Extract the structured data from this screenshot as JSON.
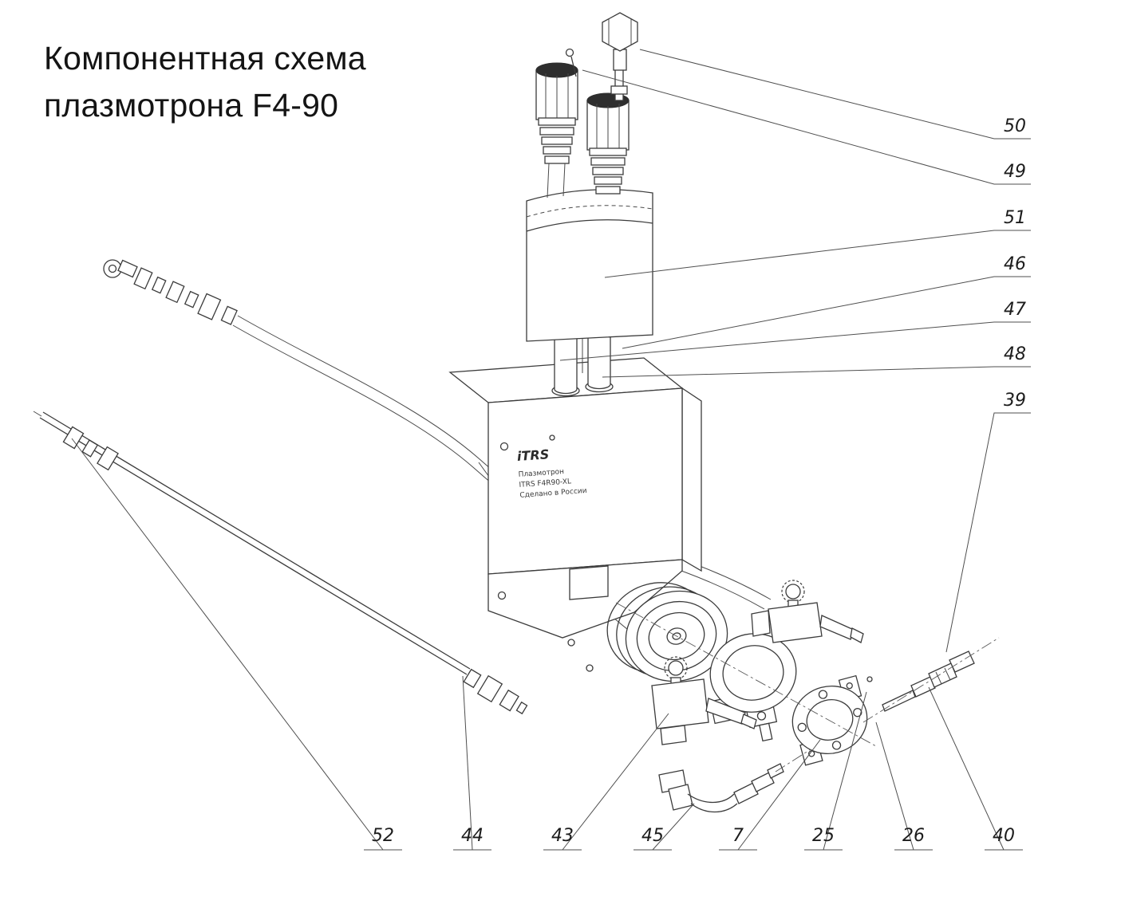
{
  "title": {
    "line1": "Компонентная схема",
    "line2": "плазмотрона F4-90"
  },
  "diagram": {
    "name": "Компонентная схема плазмотрона F4-90",
    "body_label": {
      "logo": "iTRS",
      "line1": "Плазмотрон",
      "line2": "ITRS F4R90-XL",
      "line3": "Сделано в России"
    }
  },
  "part_labels": {
    "right": [
      {
        "num": "50"
      },
      {
        "num": "49"
      },
      {
        "num": "51"
      },
      {
        "num": "46"
      },
      {
        "num": "47"
      },
      {
        "num": "48"
      },
      {
        "num": "39"
      }
    ],
    "bottom": [
      {
        "num": "52"
      },
      {
        "num": "44"
      },
      {
        "num": "43"
      },
      {
        "num": "45"
      },
      {
        "num": "7"
      },
      {
        "num": "25"
      },
      {
        "num": "26"
      },
      {
        "num": "40"
      }
    ]
  }
}
